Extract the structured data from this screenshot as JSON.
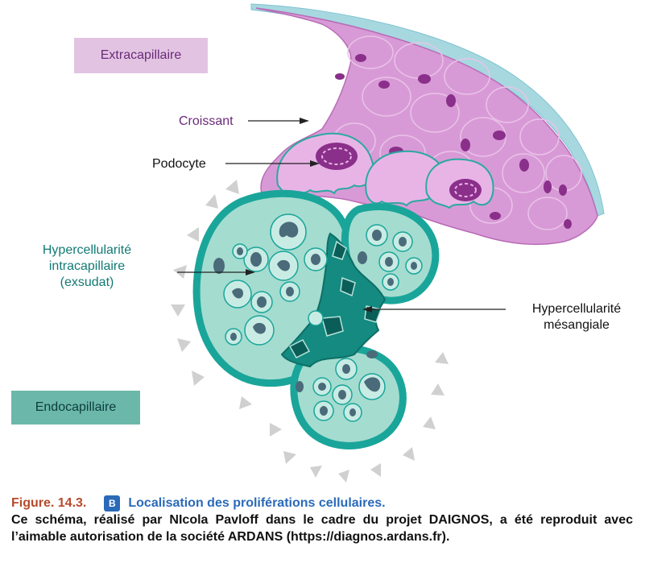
{
  "labels": {
    "extracapillaire": "Extracapillaire",
    "croissant": "Croissant",
    "podocyte": "Podocyte",
    "hyper_intra_1": "Hypercellularité",
    "hyper_intra_2": "intracapillaire",
    "hyper_intra_3": "(exsudat)",
    "hyper_mes_1": "Hypercellularité",
    "hyper_mes_2": "mésangiale",
    "endocapillaire": "Endocapillaire"
  },
  "caption": {
    "figure_number": "Figure. 14.3.",
    "badge": "B",
    "title": "Localisation des proliférations cellulaires.",
    "text": "Ce schéma, réalisé par NIcola Pavloff dans le cadre du projet DAIGNOS, a été reproduit avec l’aimable autorisation de la société ARDANS (https://diagnos.ardans.fr)."
  },
  "colors": {
    "crescent_pink": "#d89ad6",
    "crescent_dark": "#8a2f8a",
    "capsule_blue": "#a7d8e0",
    "teal": "#1aa59a",
    "teal_light": "#a5dcd0",
    "mesangium": "#148a80",
    "gray_spikes": "#d0d0d0"
  }
}
